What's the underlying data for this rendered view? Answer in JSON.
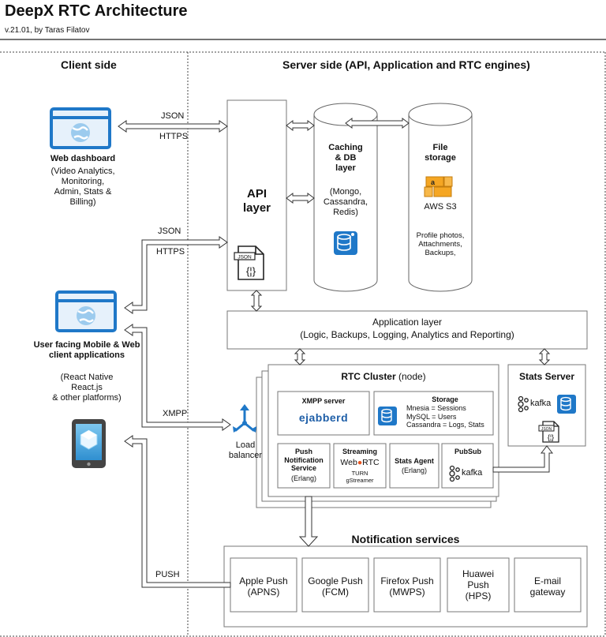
{
  "header": {
    "title": "DeepX RTC Architecture",
    "subtitle": "v.21.01, by Taras Filatov"
  },
  "client": {
    "title": "Client side",
    "web_dashboard": {
      "title": "Web dashboard",
      "desc": [
        "(Video Analytics,",
        "Monitoring,",
        "Admin, Stats &",
        "Billing)"
      ]
    },
    "user_apps": {
      "title": [
        "User facing Mobile & Web",
        "client applications"
      ],
      "desc": [
        "(React Native",
        "React.js",
        "& other platforms)"
      ]
    }
  },
  "server": {
    "title": "Server side (API, Application and RTC engines)",
    "api_layer": {
      "title": [
        "API",
        "layer"
      ],
      "file_label": "JSON"
    },
    "caching_db": {
      "title": [
        "Caching",
        "& DB",
        "layer"
      ],
      "desc": [
        "(Mongo,",
        "Cassandra,",
        "Redis)"
      ]
    },
    "file_storage": {
      "title": [
        "File",
        "storage"
      ],
      "aws": "AWS S3",
      "desc": [
        "Profile photos,",
        "Attachments,",
        "Backups,"
      ]
    },
    "application_layer": {
      "title": "Application layer",
      "desc": "(Logic, Backups, Logging, Analytics and Reporting)"
    },
    "rtc_cluster": {
      "title": "RTC Cluster",
      "title_suffix": " (node)",
      "xmpp": {
        "title": "XMPP server",
        "logo": "ejabberd"
      },
      "storage": {
        "title": "Storage",
        "lines": [
          "Mnesia = Sessions",
          "MySQL = Users",
          "Cassandra = Logs, Stats"
        ]
      },
      "push": {
        "title": [
          "Push",
          "Notification",
          "Service"
        ],
        "desc": "(Erlang)"
      },
      "streaming": {
        "title": "Streaming",
        "logo_left": "Web",
        "logo_right": "RTC",
        "lines": [
          "TURN",
          "gStreamer"
        ]
      },
      "stats_agent": {
        "title": "Stats Agent",
        "desc": "(Erlang)"
      },
      "pubsub": {
        "title": "PubSub",
        "logo": "kafka"
      }
    },
    "stats_server": {
      "title": "Stats Server",
      "logo": "kafka",
      "file_label": "JSON"
    },
    "load_balancer": {
      "label": [
        "Load",
        "balancer"
      ]
    },
    "notification_services": {
      "title": "Notification services",
      "items": [
        {
          "label": [
            "Apple Push",
            "(APNS)"
          ]
        },
        {
          "label": [
            "Google Push",
            "(FCM)"
          ]
        },
        {
          "label": [
            "Firefox Push",
            "(MWPS)"
          ]
        },
        {
          "label": [
            "Huawei",
            "Push",
            "(HPS)"
          ]
        },
        {
          "label": [
            "E-mail",
            "gateway"
          ]
        }
      ]
    }
  },
  "connections": {
    "json_https_1": {
      "json": "JSON",
      "https": "HTTPS"
    },
    "json_https_2": {
      "json": "JSON",
      "https": "HTTPS"
    },
    "xmpp": "XMPP",
    "push": "PUSH"
  },
  "colors": {
    "icon_blue": "#1f78c8",
    "icon_light": "#ddeeff",
    "border": "#777777",
    "line": "#333333",
    "aws_orange": "#f5a623"
  }
}
